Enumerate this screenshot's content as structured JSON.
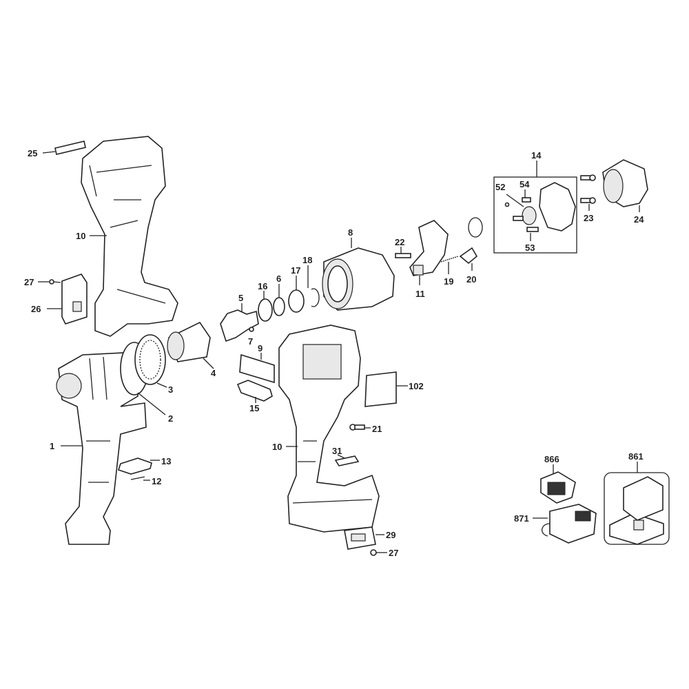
{
  "labels": {
    "p25": "25",
    "p10a": "10",
    "p27a": "27",
    "p26": "26",
    "p1": "1",
    "p2": "2",
    "p3": "3",
    "p4": "4",
    "p5": "5",
    "p7": "7",
    "p9": "9",
    "p15": "15",
    "p16": "16",
    "p6": "6",
    "p17": "17",
    "p18": "18",
    "p8": "8",
    "p22": "22",
    "p11": "11",
    "p19": "19",
    "p20": "20",
    "p14": "14",
    "p52": "52",
    "p54": "54",
    "p53": "53",
    "p23": "23",
    "p24": "24",
    "p102": "102",
    "p21": "21",
    "p10b": "10",
    "p31": "31",
    "p13": "13",
    "p12": "12",
    "p29": "29",
    "p27b": "27",
    "p866": "866",
    "p861": "861",
    "p871": "871"
  }
}
